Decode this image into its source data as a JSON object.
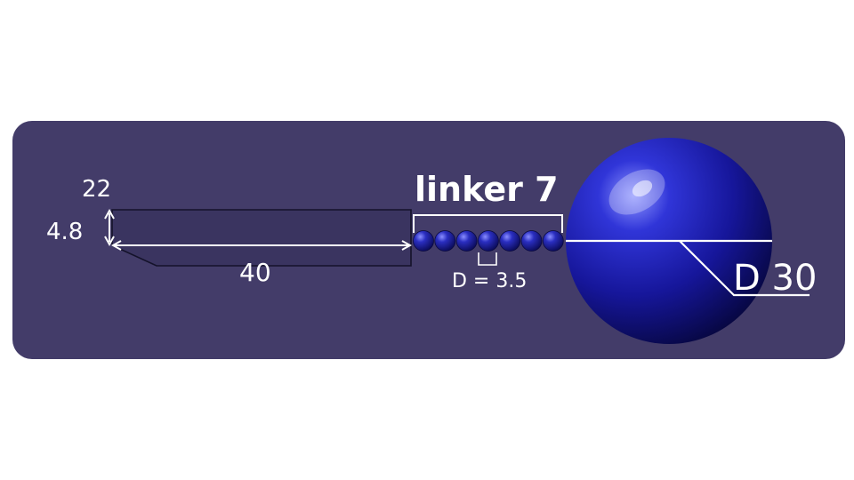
{
  "labels": {
    "width_dim": "22",
    "thickness_dim": "4.8",
    "length_dim": "40",
    "linker_title": "linker 7",
    "bead_diameter": "D = 3.5",
    "sphere_diameter": "D 30"
  },
  "linker": {
    "bead_count": 7
  },
  "colors": {
    "background": "#433c69",
    "sphere": "#1a1a9e",
    "bead": "#1b1b8f",
    "line": "#ffffff",
    "outline": "#14122a"
  }
}
